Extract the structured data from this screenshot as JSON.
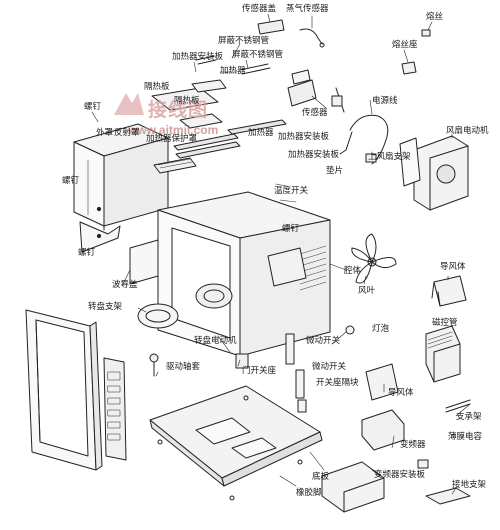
{
  "watermark": {
    "site_name": "接线图",
    "url": "www.aitmii.com"
  },
  "labels": {
    "sensor_cover": "传感器盖",
    "steam_sensor": "蒸气传感器",
    "fuse": "熔丝",
    "fuse_holder": "熔丝座",
    "shield_pipe_1": "屏蔽不锈钢管",
    "heater_mount_1": "加热器安装板",
    "shield_pipe_2": "屏蔽不锈钢管",
    "heater_1": "加热器",
    "heat_shield_1": "隔热板",
    "heat_shield_2": "隔热板",
    "sensor": "传感器",
    "power_cord": "电源线",
    "screw_1": "螺钉",
    "outer_casing": "外罩",
    "reflector": "反射罩",
    "heater_2": "加热器",
    "heater_mount_2": "加热器安装板",
    "heater_guard": "加热器保护罩",
    "fan_motor": "风扇电动机",
    "upper_fan_bracket": "上风扇支架",
    "heater_mount_3": "加热器安装板",
    "gasket": "垫片",
    "thermo_switch": "温度开关",
    "screw_2": "螺钉",
    "screw_3": "螺钉",
    "screw_4": "螺钉",
    "cavity": "腔体",
    "fan_blade": "风叶",
    "air_guide_1": "导风体",
    "waveguide_cover": "波导盖",
    "turntable_support": "转盘支架",
    "magnetron": "磁控管",
    "turntable_motor": "转盘电动机",
    "micro_switch_1": "微动开关",
    "lamp": "灯泡",
    "drive_shaft": "驱动轴套",
    "door_switch_base": "门开关座",
    "micro_switch_2": "微动开关",
    "switch_base_spacer": "开关座隔块",
    "air_guide_2": "导风体",
    "bracket": "支承架",
    "transformer": "变频器",
    "film_capacitor": "薄膜电容",
    "base_plate": "底板",
    "inverter_mount": "变频器安装板",
    "rubber_foot": "橡胶脚",
    "ground_bracket": "接地支架"
  }
}
